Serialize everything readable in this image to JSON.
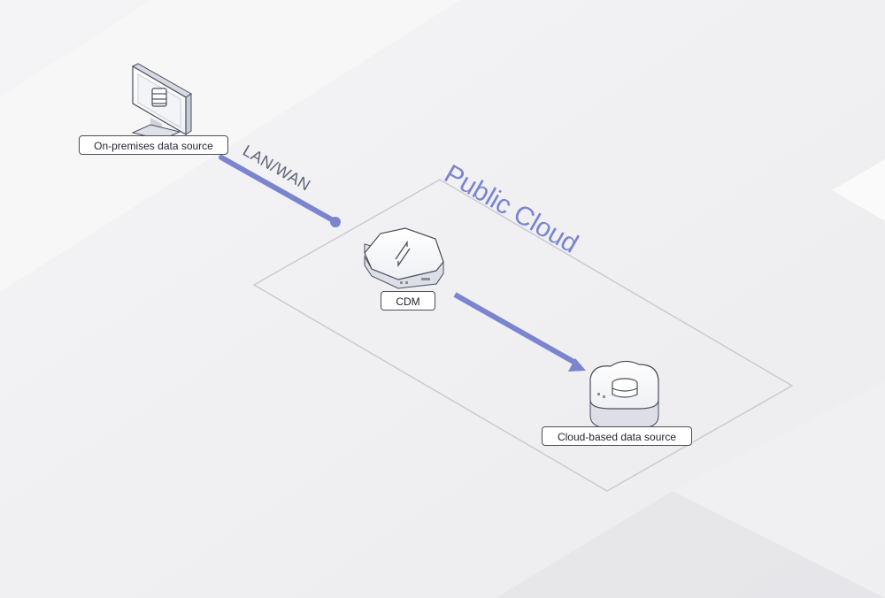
{
  "nodes": {
    "onprem": {
      "label": "On-premises data source"
    },
    "cdm": {
      "label": "CDM"
    },
    "cloud": {
      "label": "Cloud-based data source"
    }
  },
  "link_label": "LAN/WAN",
  "region_label": "Public Cloud",
  "colors": {
    "accent": "#7b84cf",
    "region_border": "#c9cbd6",
    "region_text": "#7b84cf",
    "label_border": "#4b4f5c"
  },
  "icons": {
    "onprem": "monitor-database-icon",
    "cdm": "migration-hexagon-icon",
    "cloud": "cloud-database-icon"
  }
}
